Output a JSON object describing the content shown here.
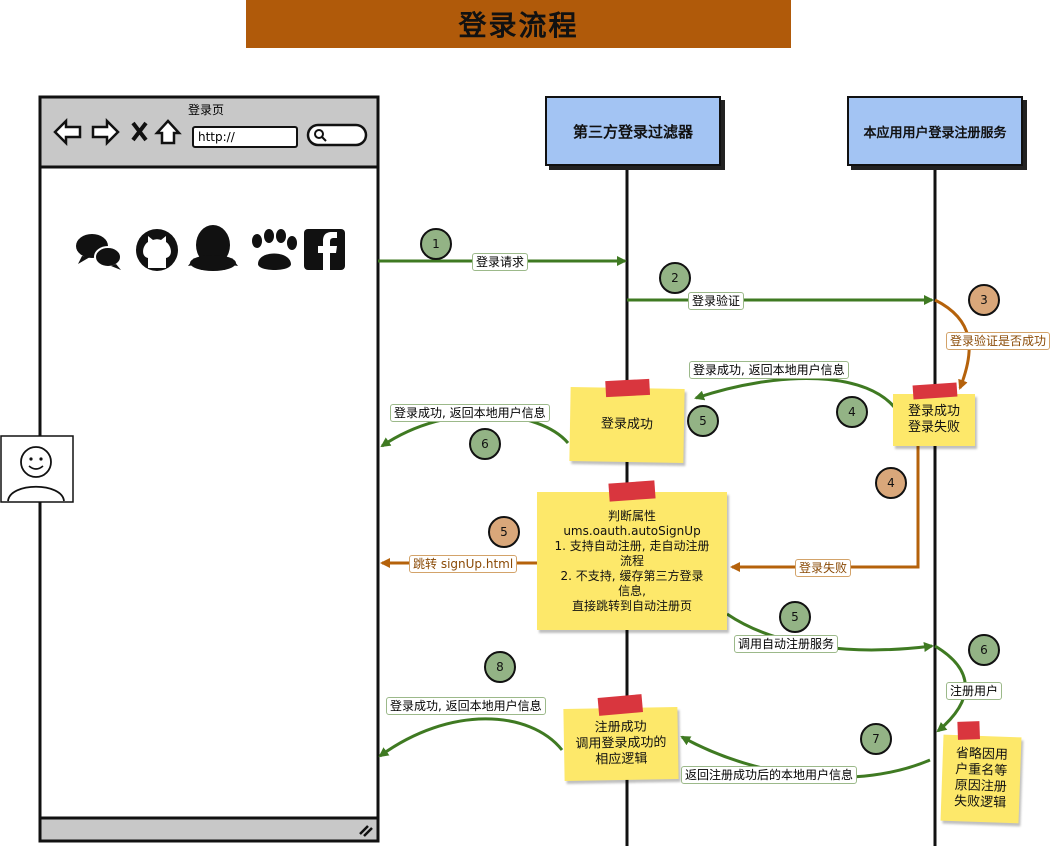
{
  "title": "登录流程",
  "browser": {
    "title": "登录页",
    "url": "http://"
  },
  "lanes": {
    "filter": "第三方登录过滤器",
    "service": "本应用用户登录注册服务"
  },
  "notes": {
    "filter_success": "登录成功",
    "service_result": [
      "登录成功",
      "登录失败"
    ],
    "decision": [
      "判断属性",
      "ums.oauth.autoSignUp",
      "1. 支持自动注册, 走自动注册",
      "流程",
      "2. 不支持, 缓存第三方登录",
      "信息,",
      "直接跳转到自动注册页"
    ],
    "register_success": [
      "注册成功",
      "调用登录成功的",
      "相应逻辑"
    ],
    "register_fail": [
      "省略因用",
      "户重名等",
      "原因注册",
      "失败逻辑"
    ]
  },
  "labels": {
    "login_request": "登录请求",
    "login_verify": "登录验证",
    "verify_check": "登录验证是否成功",
    "success_return_1": "登录成功, 返回本地用户信息",
    "success_return_2": "登录成功, 返回本地用户信息",
    "login_fail": "登录失败",
    "jump_signup": "跳转 signUp.html",
    "call_auto_register": "调用自动注册服务",
    "register_user": "注册用户",
    "return_after_register": "返回注册成功后的本地用户信息",
    "success_return_3": "登录成功, 返回本地用户信息"
  },
  "steps": [
    "1",
    "2",
    "3",
    "4",
    "5",
    "6",
    "4",
    "5",
    "5",
    "6",
    "7",
    "8"
  ],
  "colors": {
    "title_bg": "#b05a0a",
    "lane_bg": "#a3c4f3",
    "note_bg": "#fde86a",
    "green_arrow": "#3f7a22",
    "orange_arrow": "#b5620b"
  },
  "icons": [
    "back-arrow-icon",
    "forward-arrow-icon",
    "close-icon",
    "home-icon",
    "search-icon",
    "wechat-icon",
    "github-icon",
    "qq-icon",
    "baidu-paw-icon",
    "facebook-icon",
    "user-avatar-icon",
    "resize-grip-icon"
  ]
}
